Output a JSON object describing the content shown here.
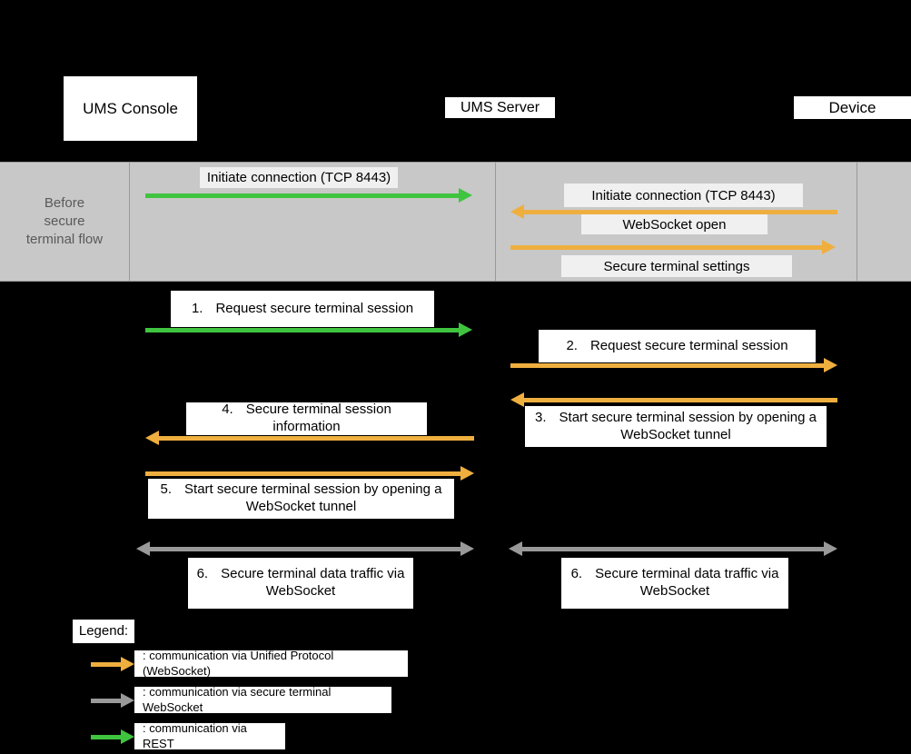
{
  "colors": {
    "green": "#3fc43f",
    "orange": "#efaf3f",
    "gray-arrow": "#999999",
    "band-bg": "#c8c8c8",
    "band-border": "#9a9a9a",
    "band-text": "#595959",
    "label-bg": "#f0f0f0"
  },
  "actors": {
    "console": "UMS Console",
    "server": "UMS Server",
    "device": "Device"
  },
  "band": {
    "label": "Before secure terminal flow",
    "msg_tcp_console": "Initiate connection (TCP 8443)",
    "msg_tcp_device": "Initiate connection (TCP 8443)",
    "msg_ws_open": "WebSocket open",
    "msg_settings": "Secure terminal settings"
  },
  "steps": [
    {
      "num": "1.",
      "text": "Request secure terminal session"
    },
    {
      "num": "2.",
      "text": "Request secure terminal session"
    },
    {
      "num": "3.",
      "text": "Start secure terminal session by opening a WebSocket tunnel"
    },
    {
      "num": "4.",
      "text": "Secure terminal session information"
    },
    {
      "num": "5.",
      "text": "Start secure terminal session by opening a WebSocket tunnel"
    },
    {
      "num": "6.",
      "text": "Secure terminal data traffic via WebSocket"
    },
    {
      "num": "6.",
      "text": "Secure terminal data traffic via WebSocket"
    }
  ],
  "legend": {
    "title": "Legend:",
    "unified": ": communication via Unified Protocol (WebSocket)",
    "secure": ": communication via secure terminal WebSocket",
    "rest": ": communication via REST"
  }
}
